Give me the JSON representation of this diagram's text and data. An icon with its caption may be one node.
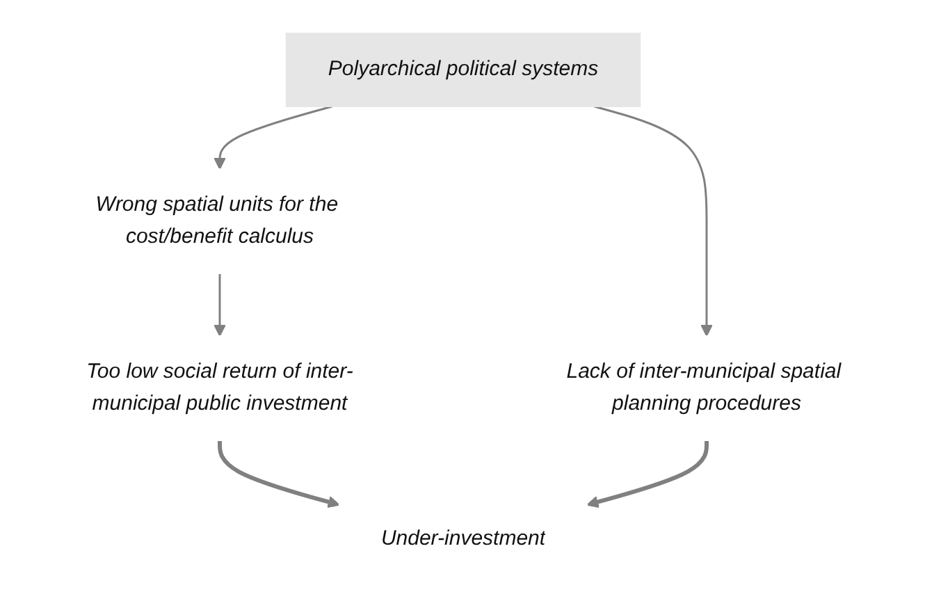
{
  "diagram": {
    "nodes": [
      {
        "text": [
          "Polyarchical political systems"
        ]
      },
      {
        "text": [
          "Wrong spatial units for the cost/benefit calculus"
        ]
      },
      {
        "text": [
          "Lack of inter-municipal spatial planning procedures"
        ]
      },
      {
        "text": [
          "Too low social return of inter-municipal public investment"
        ]
      },
      {
        "text": [
          "Under-investment"
        ]
      }
    ],
    "edges": [
      {
        "from": 0,
        "to": 1,
        "arrow": "to"
      },
      {
        "from": 0,
        "to": 2,
        "arrow": "to"
      },
      {
        "from": 1,
        "to": 3,
        "arrow": "to"
      },
      {
        "from": 3,
        "to": 4,
        "arrow": "to",
        "style": "thick"
      },
      {
        "from": 2,
        "to": 4,
        "arrow": "to",
        "style": "thick"
      }
    ]
  }
}
